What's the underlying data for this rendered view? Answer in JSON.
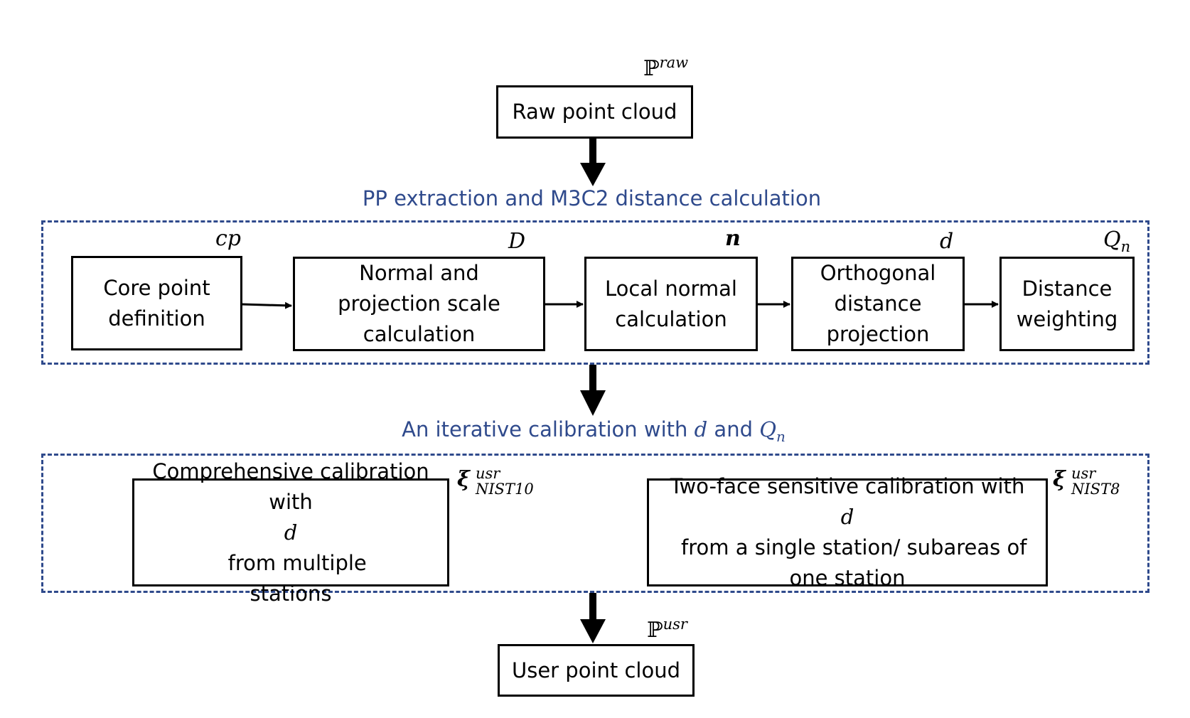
{
  "top": {
    "box_label": "Raw point cloud",
    "symbol_base": "ℙ",
    "symbol_sup": "raw"
  },
  "section1": {
    "title": "PP extraction and M3C2 distance calculation",
    "steps": [
      {
        "lines": [
          "Core point",
          "definition"
        ],
        "symbol": "cp"
      },
      {
        "lines": [
          "Normal and",
          "projection scale",
          "calculation"
        ],
        "symbol": "D"
      },
      {
        "lines": [
          "Local normal",
          "calculation"
        ],
        "symbol": "n"
      },
      {
        "lines": [
          "Orthogonal",
          "distance",
          "projection"
        ],
        "symbol": "d"
      },
      {
        "lines": [
          "Distance",
          "weighting"
        ],
        "symbol_base": "Q",
        "symbol_sub": "n"
      }
    ]
  },
  "section2": {
    "title_prefix": "An iterative calibration with ",
    "title_d": "d",
    "title_and": " and ",
    "title_q": "Q",
    "title_q_sub": "n",
    "left": {
      "line1": "Comprehensive calibration",
      "line2_pre": "with ",
      "line2_d": "d",
      "line2_post": "  from multiple",
      "line3": "stations",
      "symbol_base": "ξ",
      "symbol_sup": "usr",
      "symbol_sub": "NIST10"
    },
    "right": {
      "line1": "Two-face sensitive calibration with",
      "line2_d": "d",
      "line2_post": "  from a single station/ subareas of",
      "line3": "one station",
      "symbol_base": "ξ",
      "symbol_sup": "usr",
      "symbol_sub": "NIST8"
    }
  },
  "bottom": {
    "box_label": "User point cloud",
    "symbol_base": "ℙ",
    "symbol_sup": "usr"
  },
  "colors": {
    "section_blue": "#2f4a8c",
    "box_border": "#000000"
  }
}
